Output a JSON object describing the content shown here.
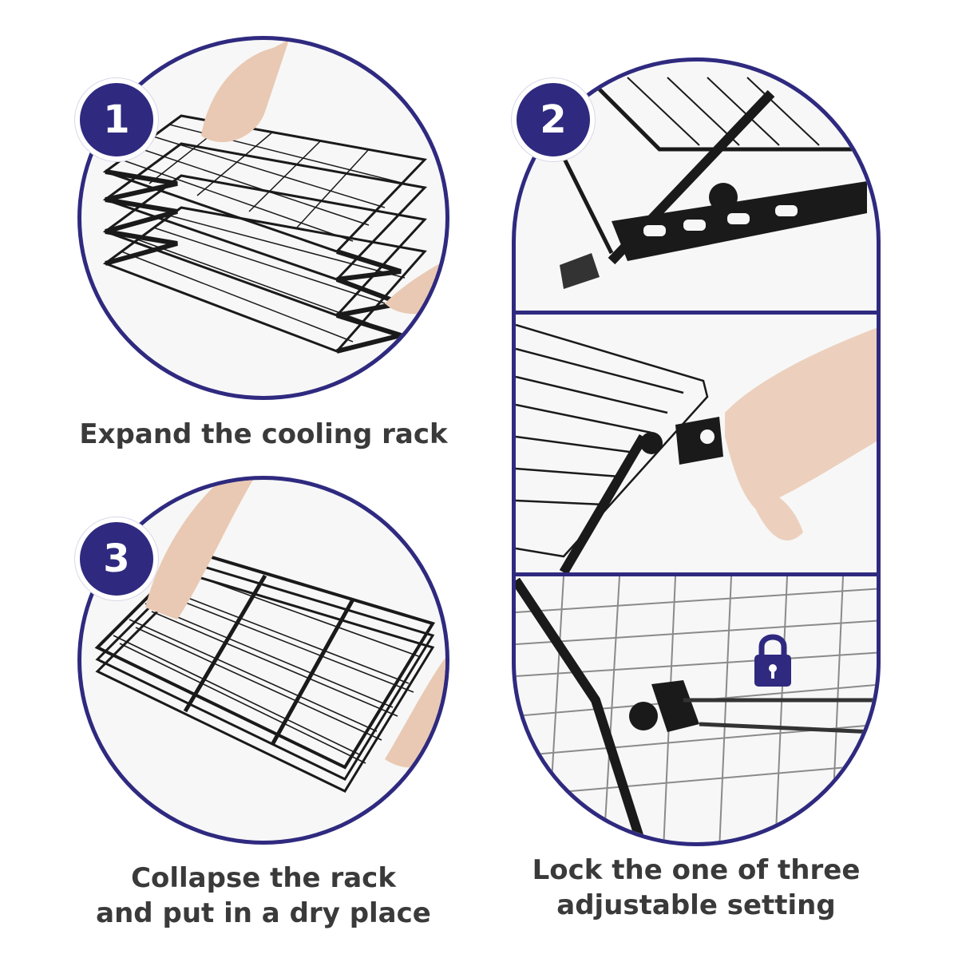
{
  "steps": [
    {
      "number": "1",
      "caption": "Expand the cooling rack"
    },
    {
      "number": "2",
      "caption_lines": [
        "Lock the one of three",
        "adjustable setting"
      ]
    },
    {
      "number": "3",
      "caption_lines": [
        "Collapse the rack",
        "and put in a dry place"
      ]
    }
  ],
  "icons": {
    "lock": "padlock-icon"
  },
  "colors": {
    "accent": "#2f2a7f",
    "text": "#3a3a3a",
    "rack": "#1a1a1a"
  }
}
